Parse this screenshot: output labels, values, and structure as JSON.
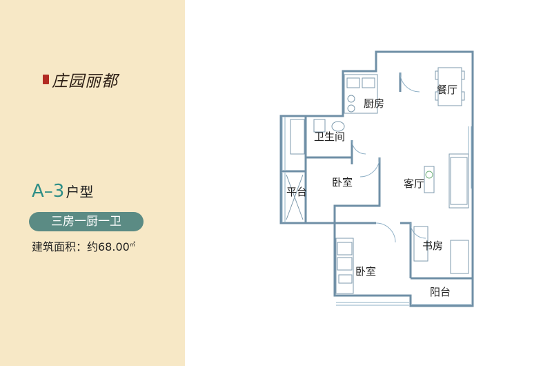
{
  "brand": {
    "name": "庄园丽都",
    "seal_color": "#b22b22"
  },
  "unit": {
    "type_label": "A–3",
    "type_suffix": "户型",
    "layout_badge": "三房一厨一卫",
    "area_label": "建筑面积：约68.00",
    "area_unit": "㎡"
  },
  "rooms": {
    "dining": "餐厅",
    "kitchen": "厨房",
    "bathroom": "卫生间",
    "bedroom_1": "卧室",
    "living": "客厅",
    "terrace": "平台",
    "study": "书房",
    "bedroom_2": "卧室",
    "balcony": "阳台"
  },
  "colors": {
    "panel_bg": "#f7e8c6",
    "accent": "#2e8e86",
    "badge_bg": "#5b8b84",
    "wall": "#6f8fa6"
  }
}
